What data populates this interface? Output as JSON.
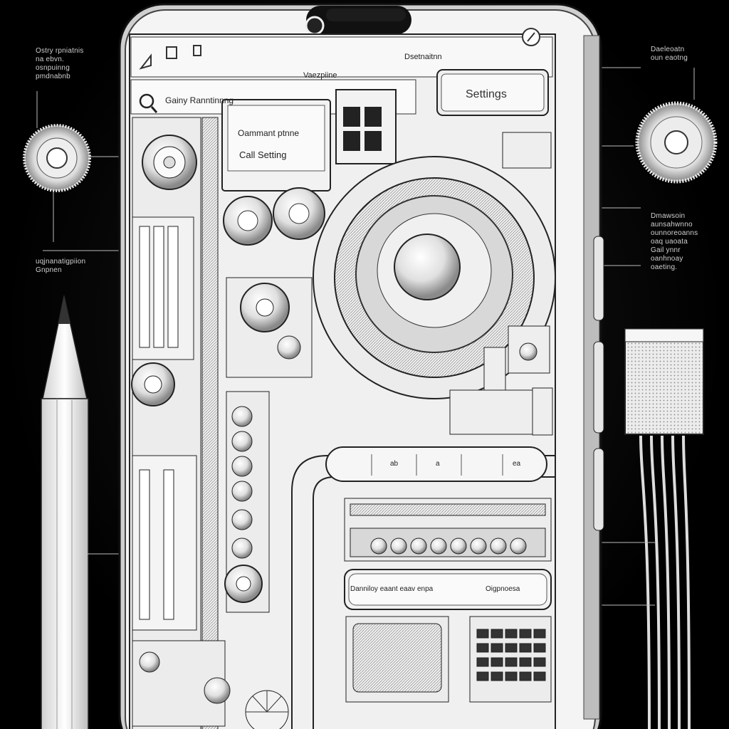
{
  "annotations": {
    "top_left": [
      "Ostry rpniatnis",
      "na ebvn.",
      "osnpuinng",
      "pmdnabnb"
    ],
    "mid_left": [
      "uqjnanatigpiion",
      "Gnpnen"
    ],
    "top_right": [
      "Daeleoatn",
      "oun eaotng"
    ],
    "mid_right": [
      "Dmawsoin",
      "aunsahwnno",
      "ounnoreoanns",
      "oaq uaoata",
      "Gail ynnr",
      "oanhnoay",
      "oaeting."
    ]
  },
  "phone": {
    "search_text": "Gainy Ranntinnng",
    "header_mid": "Vaezpiine",
    "header_right": "Dsetnaitnn",
    "settings_label": "Settings",
    "card_line1": "Oammant ptnne",
    "card_line2": "Call Setting",
    "bottom_bar_left": "Danniloy eaant eaav enpa",
    "bottom_bar_right": "Oigpnoesa",
    "pill_items": [
      "ab",
      "a",
      "ea"
    ]
  },
  "colors": {
    "background": "#000000",
    "ink": "#1a1a1a",
    "paper": "#f2f2f2",
    "annotation": "#cfcfcf"
  }
}
